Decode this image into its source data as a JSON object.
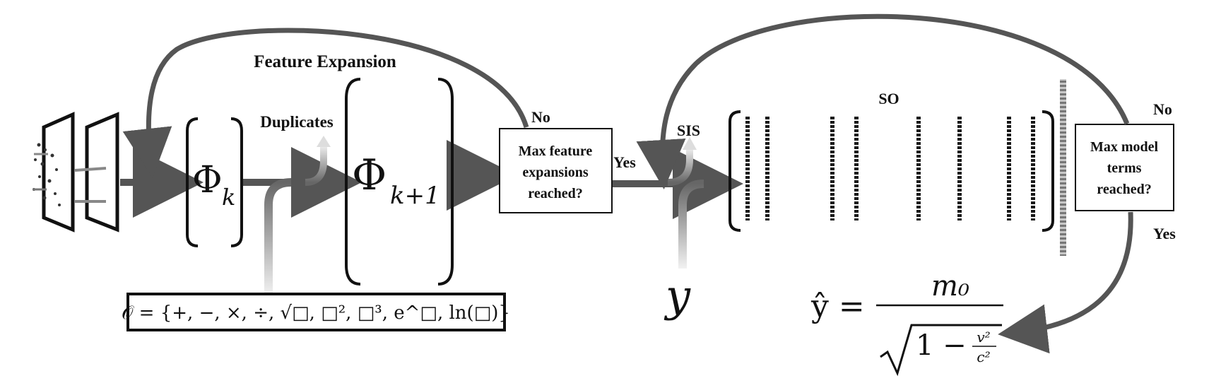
{
  "title": "Feature Expansion",
  "labels": {
    "duplicates": "Duplicates",
    "no_left": "No",
    "yes_left": "Yes",
    "sis": "SIS",
    "so": "SO",
    "no_right": "No",
    "yes_right": "Yes"
  },
  "decision_left": {
    "line1": "Max feature",
    "line2": "expansions",
    "line3": "reached?"
  },
  "decision_right": {
    "line1": "Max model",
    "line2": "terms",
    "line3": "reached?"
  },
  "math": {
    "phi": "Φ",
    "sub_k": "k",
    "sub_k1": "k+1",
    "operators": "𝒪 = {+, −, ×, ÷, √□, □², □³, e^□, ln(□)}",
    "y": "y",
    "yhat": "ŷ =",
    "m0": "m₀",
    "denominator": "1 −",
    "v2": "v²",
    "c2": "c²"
  },
  "colors": {
    "arrow": "#555555",
    "ink": "#111111",
    "dash": "#1a1a1a"
  }
}
